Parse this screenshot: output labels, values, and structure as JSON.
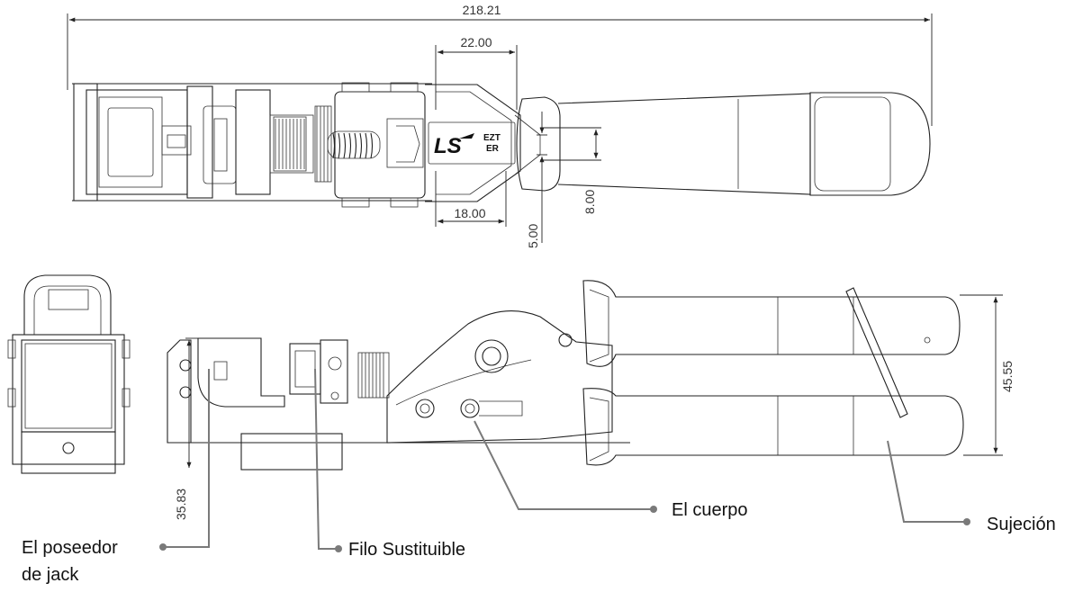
{
  "brand": {
    "logo": "LS",
    "model_line1": "EZT",
    "model_line2": "ER"
  },
  "dimensions": {
    "overall_length": "218.21",
    "head_length": "22.00",
    "head_base": "18.00",
    "opening_a": "8.00",
    "opening_b": "5.00",
    "handle_height": "45.55",
    "head_height": "35.83"
  },
  "callouts": {
    "jack_holder_line1": "El poseedor",
    "jack_holder_line2": "de jack",
    "blade": "Filo Sustituible",
    "body": "El cuerpo",
    "grip": "Sujeción"
  },
  "colors": {
    "line": "#222222",
    "leader": "#7a7a7a"
  }
}
